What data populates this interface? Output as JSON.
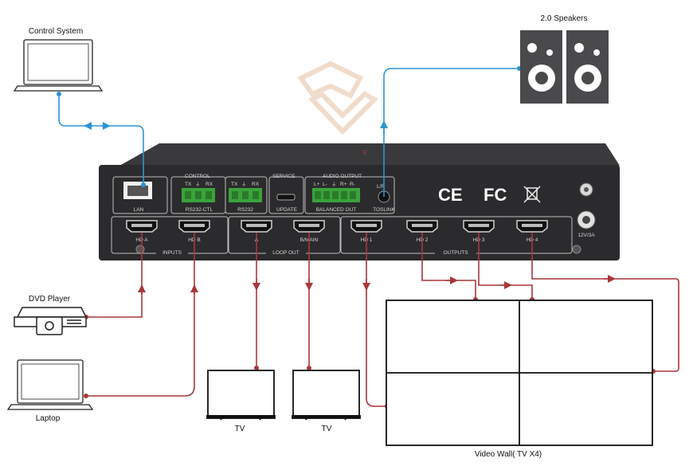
{
  "devices": {
    "control_system": "Control System",
    "speakers": "2.0 Speakers",
    "dvd_player": "DVD Player",
    "laptop": "Laptop",
    "tv1": "TV",
    "tv2": "TV",
    "video_wall": "Video Wall( TV X4)"
  },
  "panel": {
    "control_group": "CONTROL",
    "service_group": "SERVICE",
    "audio_output_group": "AUDIO OUTPUT",
    "lan": "LAN",
    "rs232_ctl": "RS232-CTL",
    "rs232": "RS232",
    "update": "UPDATE",
    "balanced_out": "BALANCED OUT",
    "toslink": "TOSLINK",
    "lr": "L/R",
    "tx1": "TX",
    "gnd1": "⏚",
    "rx1": "RX",
    "tx2": "TX",
    "gnd2": "⏚",
    "rx2": "RX",
    "lplus": "L+",
    "lminus": "L-",
    "agnd": "⏚",
    "rplus": "R+",
    "rminus": "R-",
    "hd_a": "HD A",
    "hd_b": "HD B",
    "loop_a": "A",
    "loop_b": "B/MAIN",
    "hd1": "HD 1",
    "hd2": "HD 2",
    "hd3": "HD 3",
    "hd4": "HD 4",
    "inputs": "INPUTS",
    "loop_out": "LOOP OUT",
    "outputs": "OUTPUTS",
    "power": "12V/3A",
    "ce": "CE",
    "fc": "FC",
    "v_mark": "V"
  },
  "colors": {
    "hdmi_line": "#a9373a",
    "control_line": "#2c94d3",
    "chassis": "#2b2b2d",
    "terminal": "#3aa33b"
  }
}
